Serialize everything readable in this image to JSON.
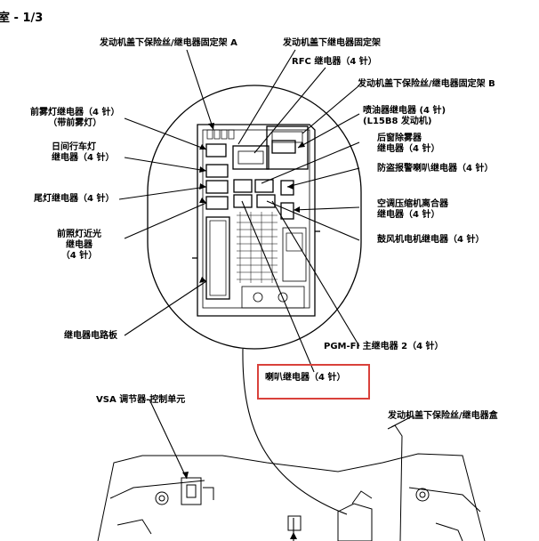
{
  "page": {
    "title": "室 - 1/3"
  },
  "labels": {
    "bracket_a": "发动机盖下保险丝/继电器固定架 A",
    "relay_bracket": "发动机盖下继电器固定架",
    "rfc_relay": "RFC 继电器（4 针）",
    "bracket_b": "发动机盖下保险丝/继电器固定架 B",
    "fog_relay_1": "前雾灯继电器（4 针）",
    "fog_relay_2": "（带前雾灯）",
    "injector_relay_1": "喷油器继电器 (4 针)",
    "injector_relay_2": "(L15B8 发动机)",
    "drl_relay_1": "日间行车灯",
    "drl_relay_2": "继电器（4 针）",
    "defog_relay_1": "后窗除雾器",
    "defog_relay_2": "继电器（4 针）",
    "alarm_relay": "防盗报警喇叭继电器（4 针）",
    "taillight_relay": "尾灯继电器（4 针）",
    "ac_clutch_relay_1": "空调压缩机离合器",
    "ac_clutch_relay_2": "继电器（4 针）",
    "lowbeam_relay_1": "前照灯近光",
    "lowbeam_relay_2": "继电器",
    "lowbeam_relay_3": "（4 针）",
    "fan_relay": "鼓风机电机继电器（4 针）",
    "relay_board": "继电器电路板",
    "pgmfi_relay": "PGM-FI 主继电器 2（4 针）",
    "horn_relay": "喇叭继电器（4 针）",
    "vsa_unit": "VSA 调节器-控制单元",
    "fuse_box": "发动机盖下保险丝/继电器盒"
  },
  "colors": {
    "highlight": "#d9413b",
    "line": "#000000"
  }
}
